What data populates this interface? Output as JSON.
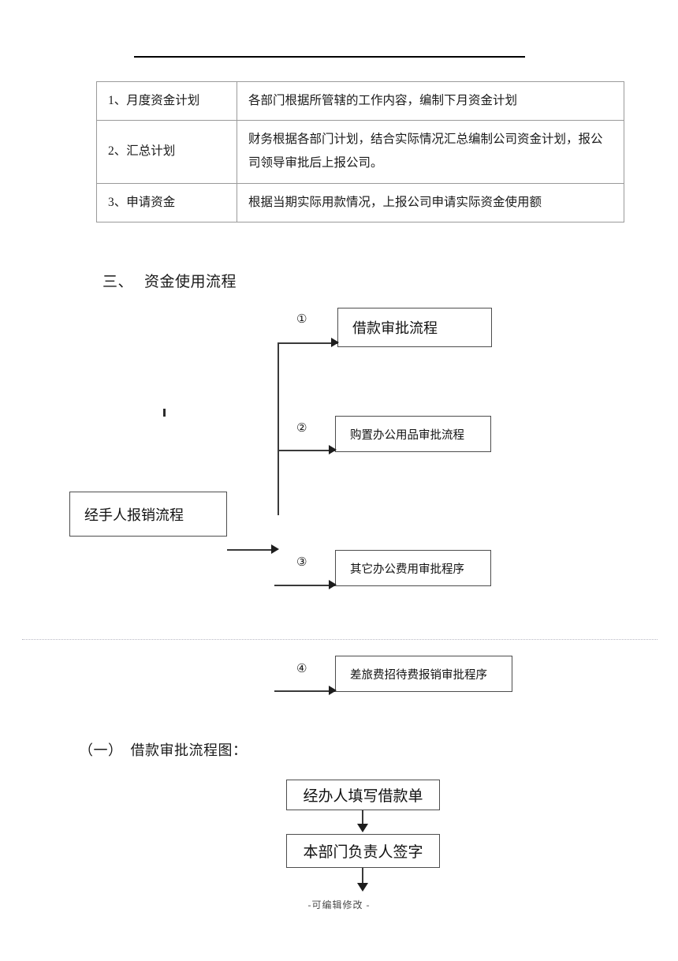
{
  "document": {
    "footer_note": "-可编辑修改 -"
  },
  "table": {
    "rows": [
      {
        "label": "1、月度资金计划",
        "desc": "各部门根据所管辖的工作内容，编制下月资金计划"
      },
      {
        "label": "2、汇总计划",
        "desc": "财务根据各部门计划，结合实际情况汇总编制公司资金计划，报公司领导审批后上报公司。"
      },
      {
        "label": "3、申请资金",
        "desc": "根据当期实际用款情况，上报公司申请实际资金使用额"
      }
    ]
  },
  "section_three": {
    "number": "三、",
    "title": "资金使用流程"
  },
  "flow_usage": {
    "source_box": "经手人报销流程",
    "markers": [
      "①",
      "②",
      "③",
      "④"
    ],
    "branches": [
      {
        "marker": "①",
        "label": "借款审批流程"
      },
      {
        "marker": "②",
        "label": "购置办公用品审批流程"
      },
      {
        "marker": "③",
        "label": "其它办公费用审批程序"
      },
      {
        "marker": "④",
        "label": "差旅费招待费报销审批程序"
      }
    ]
  },
  "section_one": {
    "number": "（一）",
    "title": "借款审批流程图："
  },
  "flow_loan": {
    "steps": [
      {
        "label": "经办人填写借款单"
      },
      {
        "label": "本部门负责人签字"
      }
    ]
  }
}
